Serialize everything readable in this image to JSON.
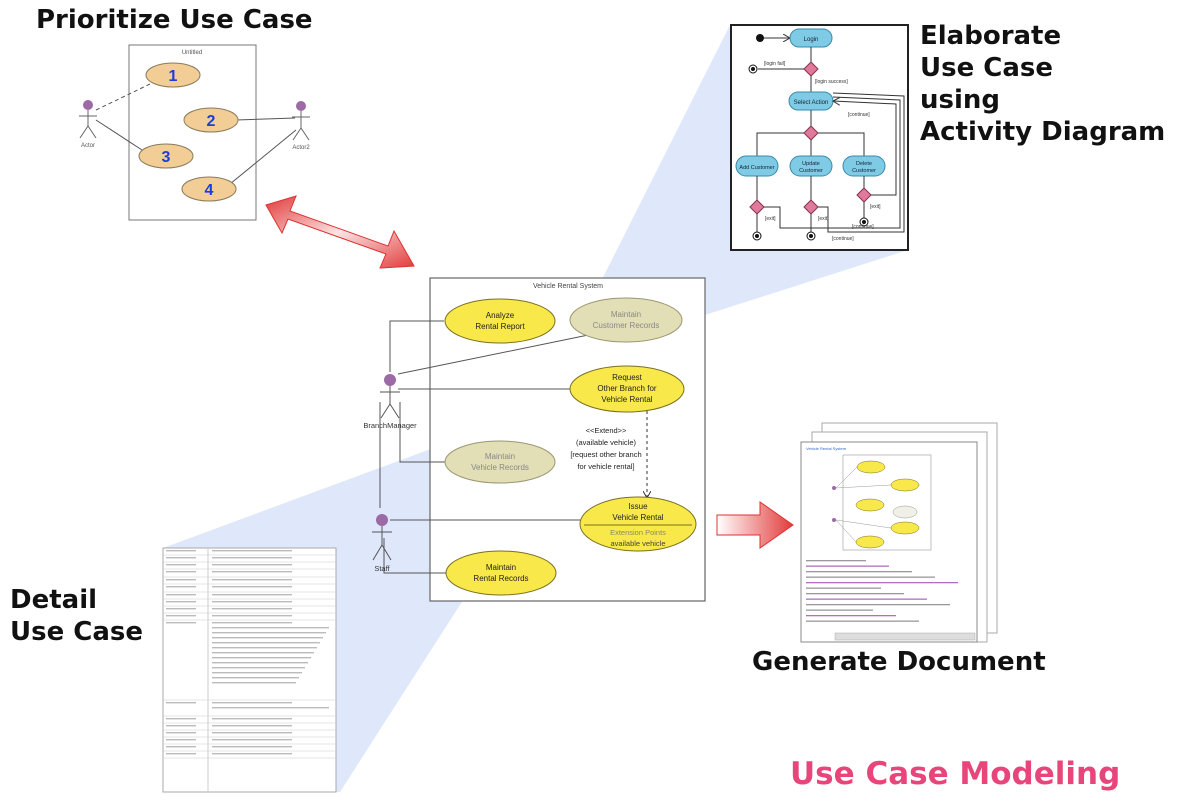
{
  "headings": {
    "prioritize": "Prioritize Use Case",
    "elaborate": [
      "Elaborate",
      "Use Case",
      "using",
      "Activity Diagram"
    ],
    "detail": [
      "Detail",
      "Use Case"
    ],
    "generate": "Generate Document",
    "main": "Use Case Modeling"
  },
  "prioritize_diagram": {
    "system_name": "Untitled",
    "priorities": [
      "1",
      "2",
      "3",
      "4"
    ],
    "actors": [
      "Actor",
      "Actor2"
    ]
  },
  "main_diagram": {
    "system_name": "Vehicle Rental System",
    "use_cases": {
      "analyze": [
        "Analyze",
        "Rental Report"
      ],
      "maintain_customer": [
        "Maintain",
        "Customer Records"
      ],
      "request_branch": [
        "Request",
        "Other Branch for",
        "Vehicle Rental"
      ],
      "maintain_vehicle": [
        "Maintain",
        "Vehicle Records"
      ],
      "issue": [
        "Issue",
        "Vehicle Rental"
      ],
      "extension_points": "Extension Points",
      "extension_value": "available vehicle",
      "maintain_rental": [
        "Maintain",
        "Rental Records"
      ]
    },
    "extend_label": [
      "<<Extend>>",
      "(available vehicle)",
      "[request other branch",
      "for vehicle rental]"
    ],
    "actors": {
      "manager": "BranchManager",
      "staff": "Staff"
    }
  },
  "activity_diagram": {
    "nodes": {
      "login": "Login",
      "select_action": "Select Action",
      "add": "Add Customer",
      "update": [
        "Update",
        "Customer"
      ],
      "delete": [
        "Delete",
        "Customer"
      ]
    },
    "guards": {
      "login_fail": "[login fail]",
      "login_success": "[login success]",
      "continue": "[continue]",
      "exit": "[exit]"
    }
  },
  "doc_thumbnail": {
    "system_name": "Vehicle Rental System"
  },
  "colors": {
    "usecase_fill": "#f8e84a",
    "usecase_faded": "#e2dfb6",
    "priority_fill": "#f2cd96",
    "activity_fill": "#7fcbe6",
    "decision_fill": "#e07a9a",
    "projection": "#c5d4f6",
    "actor_head": "#9c6aa5",
    "title_accent": "#e8457a"
  }
}
